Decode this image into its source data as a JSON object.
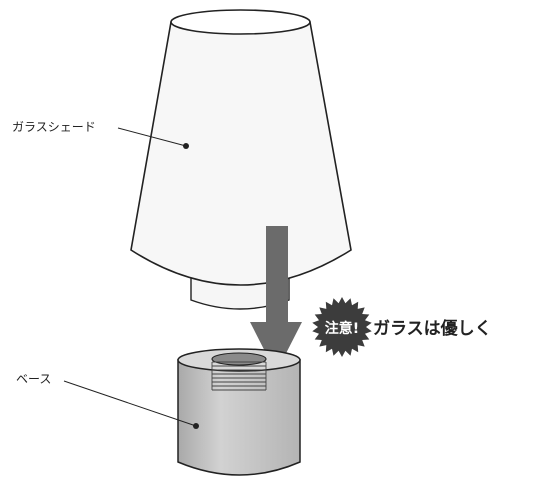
{
  "labels": {
    "glass_shade": "ガラスシェード",
    "base": "ベース"
  },
  "warning": {
    "badge": "注意!",
    "message": "ガラスは優しく"
  },
  "colors": {
    "arrow": "#6b6b6b",
    "base_fill": "#c6c6c6",
    "badge_fill": "#3c3c3c",
    "outline": "#222222"
  }
}
